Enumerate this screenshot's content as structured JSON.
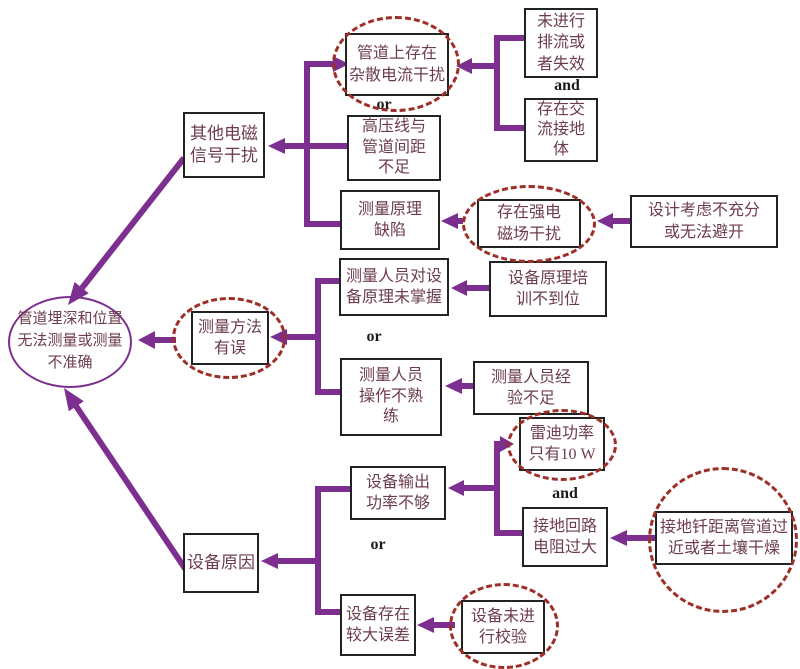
{
  "diagram": {
    "colors": {
      "arrow_purple": "#7d2f8f",
      "box_border": "#222222",
      "text_maroon": "#6d3c4e",
      "dashed_highlight_red": "#9e2f28",
      "operator_text": "#1c1c1c",
      "background": "#ffffff"
    },
    "root": {
      "text": "管道埋深和位置\n无法测量或测量\n不准确"
    },
    "branches": {
      "emi": {
        "text": "其他电磁\n信号干扰"
      },
      "method": {
        "text": "测量方法\n有误"
      },
      "equipment": {
        "text": "设备原因"
      }
    },
    "nodes": {
      "stray_current": {
        "text": "管道上存在\n杂散电流干扰"
      },
      "hv_line": {
        "text": "高压线与\n管道间距\n不足"
      },
      "principle_defect": {
        "text": "测量原理\n缺陷"
      },
      "no_drainage": {
        "text": "未进行\n排流或\n者失效"
      },
      "ac_ground": {
        "text": "存在交\n流接地\n体"
      },
      "strong_field": {
        "text": "存在强电\n磁场干扰"
      },
      "design": {
        "text": "设计考虑不充分\n或无法避开"
      },
      "unfamiliar": {
        "text": "测量人员对设\n备原理未掌握"
      },
      "training": {
        "text": "设备原理培\n训不到位"
      },
      "unskilled": {
        "text": "测量人员\n操作不熟\n练"
      },
      "inexperience": {
        "text": "测量人员经\n验不足"
      },
      "radiodetection": {
        "text": "雷迪功率\n只有10 W"
      },
      "loop_resistance": {
        "text": "接地回路\n电阻过大"
      },
      "ground_stake": {
        "text": "接地钎距离管道过\n近或者土壤干燥"
      },
      "output_power": {
        "text": "设备输出\n功率不够"
      },
      "large_error": {
        "text": "设备存在\n较大误差"
      },
      "not_calibrated": {
        "text": "设备未进\n行校验"
      }
    },
    "operators": {
      "or1": "or",
      "and1": "and",
      "or2": "or",
      "and2": "and",
      "or3": "or"
    }
  }
}
